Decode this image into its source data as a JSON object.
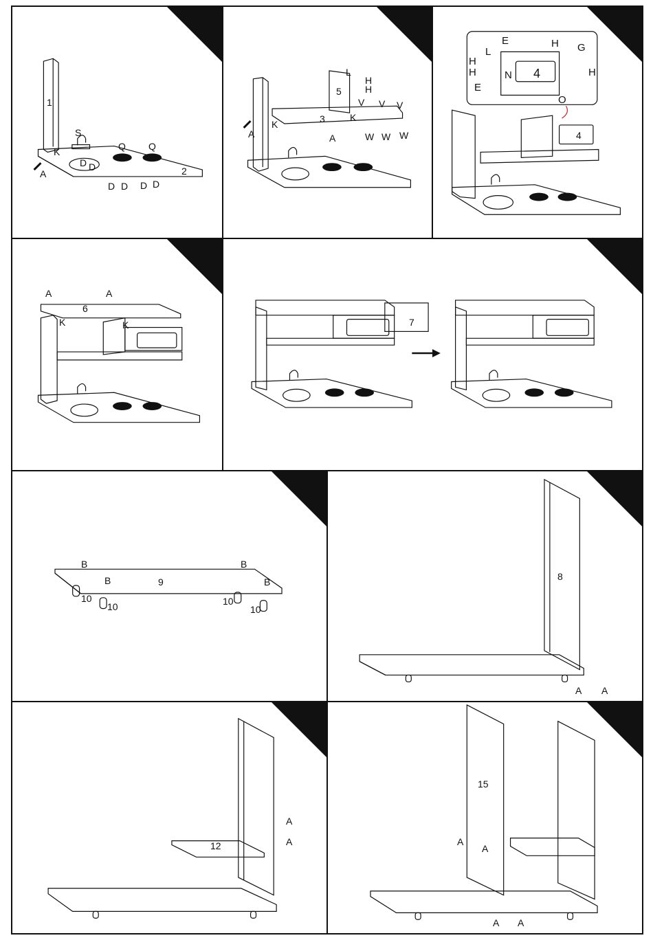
{
  "steps": [
    {
      "labels": [
        "1",
        "2",
        "S",
        "Q",
        "Q",
        "K",
        "A",
        "D",
        "D",
        "D",
        "D",
        "D",
        "D"
      ]
    },
    {
      "labels": [
        "5",
        "3",
        "L",
        "H",
        "H",
        "V",
        "V",
        "V",
        "K",
        "K",
        "A",
        "A",
        "W",
        "W",
        "W"
      ]
    },
    {
      "labels": [
        "E",
        "H",
        "G",
        "L",
        "H",
        "H",
        "N",
        "4",
        "H",
        "E",
        "O",
        "4"
      ]
    },
    {
      "labels": [
        "A",
        "A",
        "6",
        "K",
        "K"
      ]
    },
    {
      "labels": [
        "7"
      ]
    },
    {
      "labels": [
        "B",
        "B",
        "B",
        "B",
        "9",
        "10",
        "10",
        "10",
        "10"
      ]
    },
    {
      "labels": [
        "8",
        "A",
        "A"
      ]
    },
    {
      "labels": [
        "12",
        "A",
        "A"
      ]
    },
    {
      "labels": [
        "15",
        "A",
        "A",
        "A",
        "A"
      ]
    }
  ]
}
